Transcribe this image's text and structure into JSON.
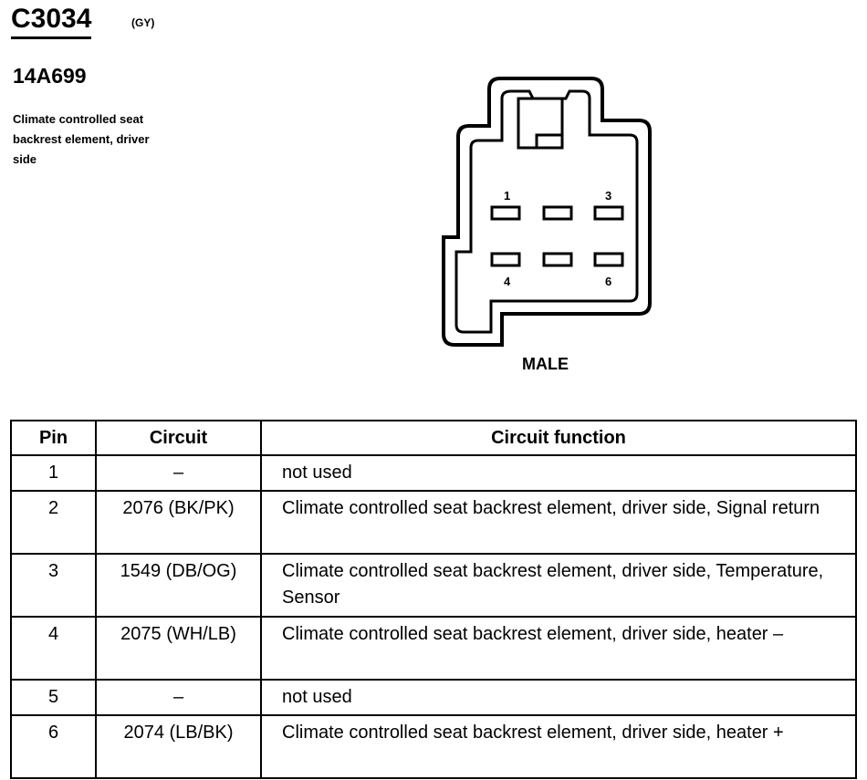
{
  "header": {
    "connector_id": "C3034",
    "color_code": "(GY)",
    "part_number": "14A699",
    "description": "Climate controlled seat backrest element, driver side"
  },
  "diagram": {
    "gender": "MALE",
    "pin_labels": [
      "1",
      "3",
      "4",
      "6"
    ]
  },
  "table": {
    "headers": [
      "Pin",
      "Circuit",
      "Circuit function"
    ],
    "rows": [
      {
        "pin": "1",
        "circuit": "–",
        "function": "not used"
      },
      {
        "pin": "2",
        "circuit": "2076 (BK/PK)",
        "function": "Climate controlled seat backrest element, driver side, Signal return"
      },
      {
        "pin": "3",
        "circuit": "1549 (DB/OG)",
        "function": "Climate controlled seat backrest element, driver side, Temperature, Sensor"
      },
      {
        "pin": "4",
        "circuit": "2075 (WH/LB)",
        "function": "Climate controlled seat backrest element, driver side, heater –"
      },
      {
        "pin": "5",
        "circuit": "–",
        "function": "not used"
      },
      {
        "pin": "6",
        "circuit": "2074 (LB/BK)",
        "function": "Climate controlled seat backrest element, driver side, heater +"
      }
    ]
  }
}
